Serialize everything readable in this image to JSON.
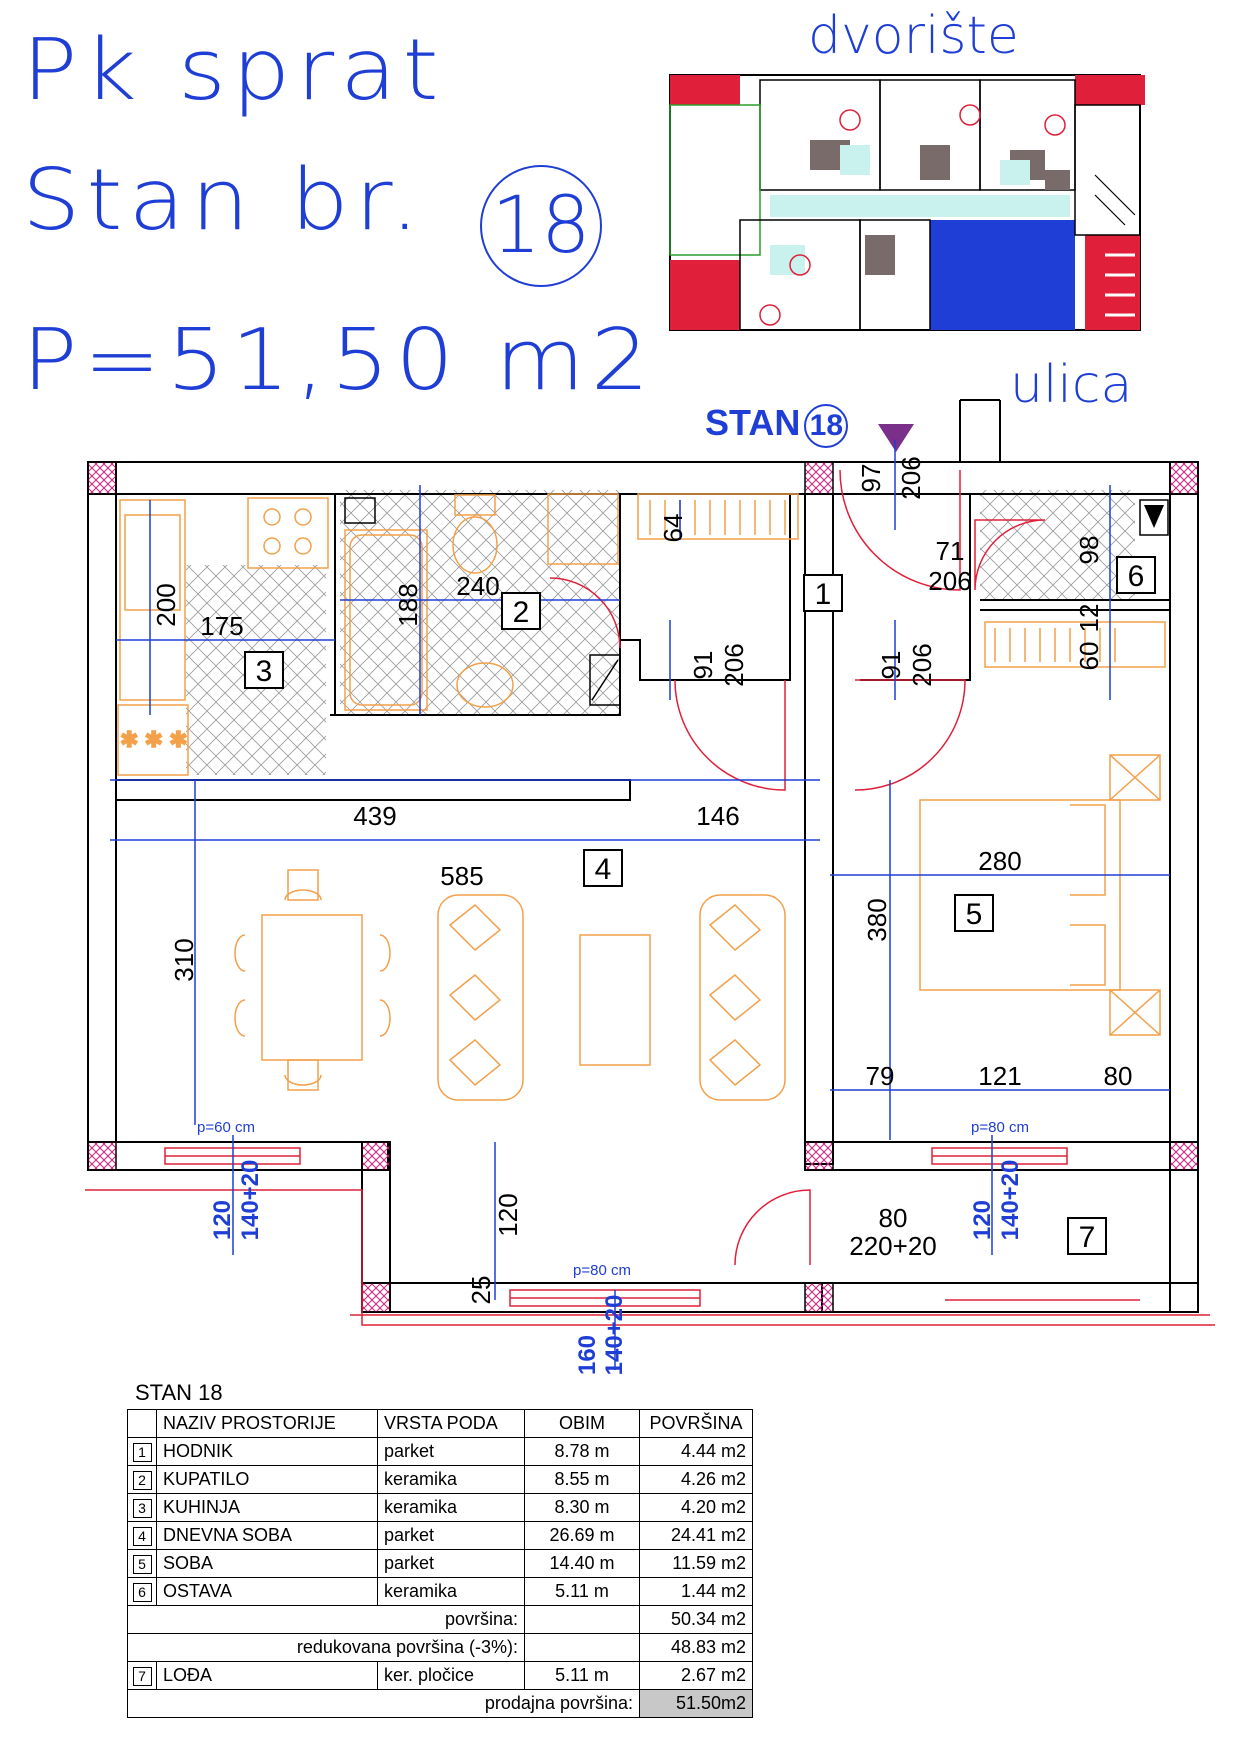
{
  "header": {
    "line1": "Pk sprat",
    "line2": "Stan br.",
    "unit_no": "18",
    "line3": "P=51,50 m2"
  },
  "site": {
    "top_label": "dvorište",
    "bottom_label": "ulica"
  },
  "plan": {
    "entrance_label": "STAN",
    "entrance_no": "18",
    "rooms": [
      "1",
      "2",
      "3",
      "4",
      "5",
      "6",
      "7"
    ],
    "dimensions": {
      "d97": "97",
      "d206a": "206",
      "d71": "71",
      "d206b": "206",
      "d98": "98",
      "d12": "12",
      "d64": "64",
      "d60": "60",
      "d240": "240",
      "d188": "188",
      "d175": "175",
      "d200": "200",
      "d91": "91",
      "d206c": "206",
      "d91b": "91",
      "d206d": "206",
      "d439": "439",
      "d146": "146",
      "d585": "585",
      "d310": "310",
      "d280": "280",
      "d380": "380",
      "d79": "79",
      "d121": "121",
      "d80": "80",
      "p60": "p=60 cm",
      "p80a": "p=80 cm",
      "p80b": "p=80 cm",
      "w120a": "120",
      "w140a": "140+20",
      "d120": "120",
      "d25": "25",
      "w160": "160",
      "w140c": "140+20",
      "door80": "80",
      "door220": "220+20",
      "w120b": "120",
      "w140b": "140+20"
    }
  },
  "table": {
    "title": "STAN 18",
    "headers": [
      "NAZIV PROSTORIJE",
      "VRSTA PODA",
      "OBIM",
      "POVRŠINA"
    ],
    "rows": [
      {
        "no": "1",
        "name": "HODNIK",
        "floor": "parket",
        "obim": "8.78  m",
        "area": "4.44 m2"
      },
      {
        "no": "2",
        "name": "KUPATILO",
        "floor": "keramika",
        "obim": "8.55  m",
        "area": "4.26 m2"
      },
      {
        "no": "3",
        "name": "KUHINJA",
        "floor": "keramika",
        "obim": "8.30  m",
        "area": "4.20 m2"
      },
      {
        "no": "4",
        "name": "DNEVNA SOBA",
        "floor": "parket",
        "obim": "26.69  m",
        "area": "24.41 m2"
      },
      {
        "no": "5",
        "name": "SOBA",
        "floor": "parket",
        "obim": "14.40  m",
        "area": "11.59 m2"
      },
      {
        "no": "6",
        "name": "OSTAVA",
        "floor": "keramika",
        "obim": "5.11  m",
        "area": "1.44 m2"
      }
    ],
    "subtotal_label": "površina:",
    "subtotal_value": "50.34 m2",
    "reduced_label": "redukovana površina (-3%):",
    "reduced_value": "48.83 m2",
    "loggia": {
      "no": "7",
      "name": "LOĐA",
      "floor": "ker. pločice",
      "obim": "5.11  m",
      "area": "2.67 m2"
    },
    "total_label": "prodajna površina:",
    "total_value": "51.50m2"
  },
  "colors": {
    "blue": "#1f3ed6",
    "red": "#e0203a",
    "orange": "#f2a04a",
    "purple": "#7a2f8a"
  }
}
